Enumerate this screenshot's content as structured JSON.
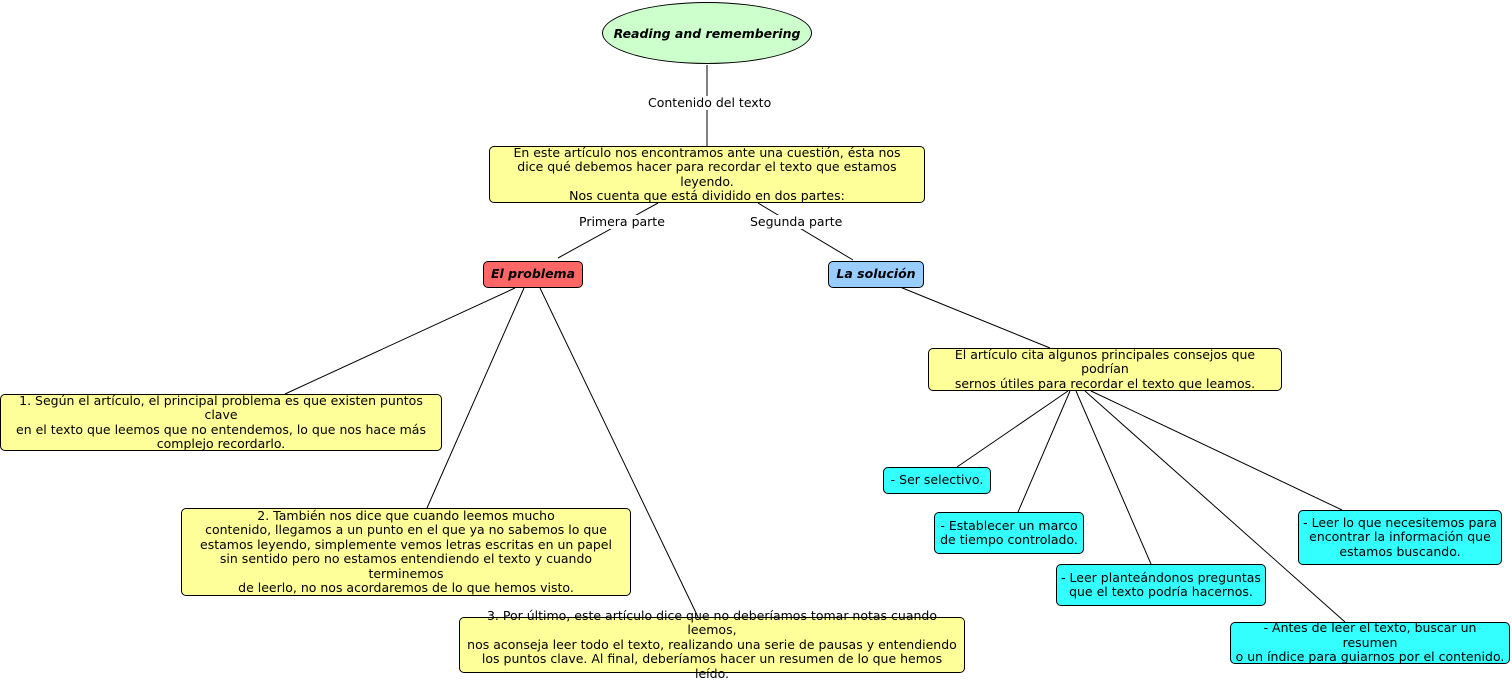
{
  "title": "Reading and remembering",
  "links": {
    "contenido": "Contenido del texto",
    "primera": "Primera parte",
    "segunda": "Segunda parte"
  },
  "intro": "En este artículo nos encontramos ante una cuestión, ésta nos\ndice qué debemos hacer para recordar el texto que estamos leyendo.\nNos cuenta que está dividido en dos partes:",
  "problema": {
    "title": "El problema",
    "points": [
      "1. Según el artículo, el principal problema es que existen puntos clave\nen el texto que leemos que no entendemos, lo que nos hace más\ncomplejo recordarlo.",
      "2. También nos dice que cuando leemos mucho\ncontenido, llegamos a un punto en el que ya no sabemos lo que\nestamos leyendo, simplemente vemos letras escritas en un papel\nsin sentido pero no estamos entendiendo el texto y cuando terminemos\nde leerlo, no nos acordaremos de lo que hemos visto.",
      "3. Por último, este artículo dice que no deberíamos tomar notas cuando leemos,\nnos aconseja leer todo el texto, realizando una serie de pausas y entendiendo\nlos puntos clave. Al final, deberíamos hacer un resumen de lo que hemos leído."
    ]
  },
  "solucion": {
    "title": "La solución",
    "summary": "El artículo cita algunos principales consejos que podrían\nsernos útiles para recordar el texto que leamos.",
    "tips": [
      "- Ser selectivo.",
      "- Establecer un marco\nde tiempo controlado.",
      "- Leer planteándonos preguntas\nque el texto podría hacernos.",
      "- Antes de leer el texto, buscar un resumen\no un índice para guiarnos por el contenido.",
      "- Leer lo que necesitemos para\nencontrar la información que\nestamos buscando."
    ]
  },
  "colors": {
    "root": "#ccffcc",
    "text_node": "#ffff99",
    "problem": "#ff6666",
    "solution": "#99ccff",
    "tip": "#33ffff"
  }
}
